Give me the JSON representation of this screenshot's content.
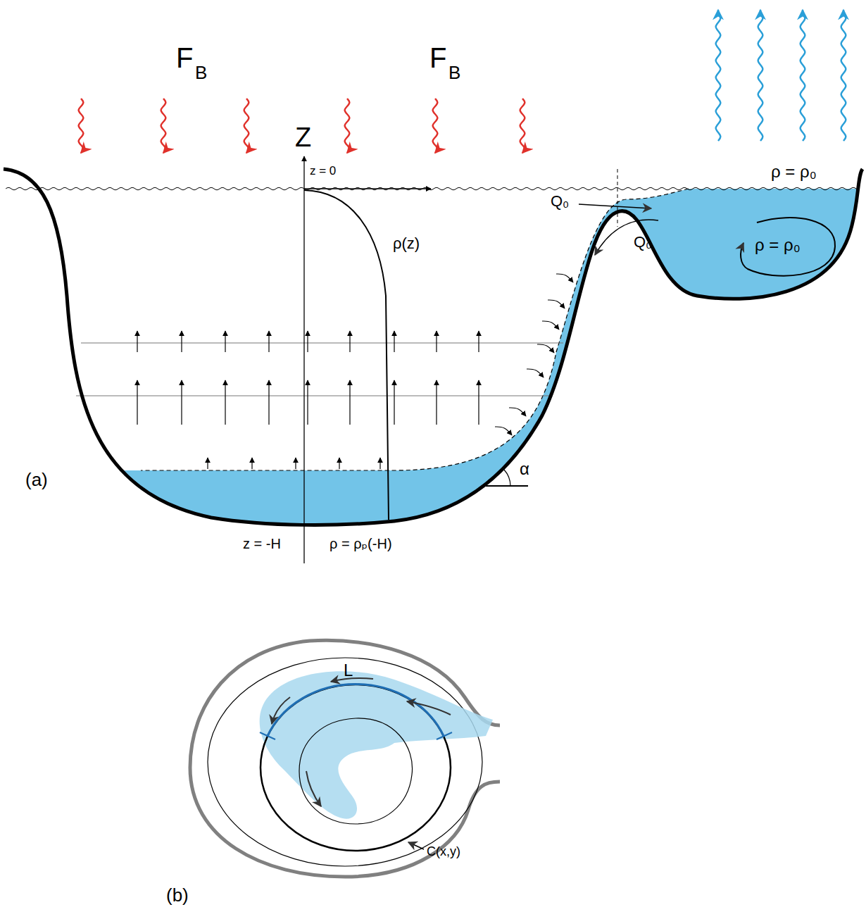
{
  "diagram": {
    "labels": [
      "F",
      "B",
      "F",
      "B",
      "Z",
      "z = 0",
      "ρ(z)",
      "Q₀",
      "ρ = ρ₀",
      "Q₀",
      "ρ = ρ₀",
      "(a)",
      "α",
      "z = -H",
      "ρ = ρₚ(-H)",
      "L",
      "C(x,y)",
      "(b)"
    ]
  }
}
